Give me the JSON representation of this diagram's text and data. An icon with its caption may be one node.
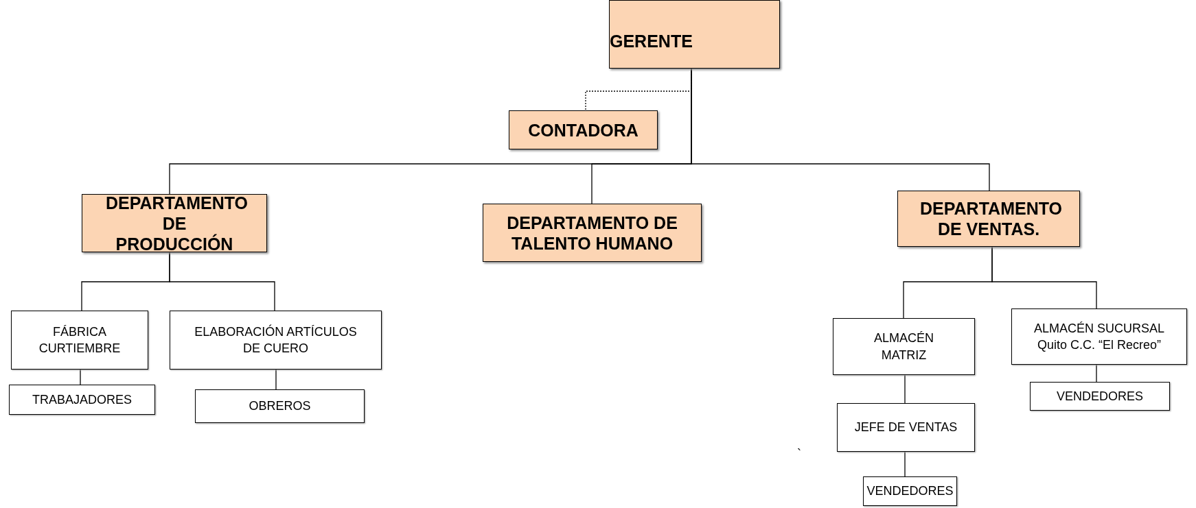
{
  "diagram": {
    "nodes": [
      {
        "text": [
          "GERENTE"
        ]
      },
      {
        "text": [
          "CONTADORA"
        ]
      },
      {
        "text": [
          "DEPARTAMENTO DE PRODUCCIÓN"
        ]
      },
      {
        "text": [
          "DEPARTAMENTO DE TALENTO HUMANO"
        ]
      },
      {
        "text": [
          "DEPARTAMENTO DE VENTAS."
        ]
      },
      {
        "text": [
          "FÁBRICA CURTIEMBRE"
        ]
      },
      {
        "text": [
          "ELABORACIÓN ARTÍCULOS DE CUERO"
        ]
      },
      {
        "text": [
          "TRABAJADORES"
        ]
      },
      {
        "text": [
          "OBREROS"
        ]
      },
      {
        "text": [
          "ALMACÉN MATRIZ"
        ]
      },
      {
        "text": [
          "ALMACÉN SUCURSAL Quito C.C. “El Recreo”"
        ]
      },
      {
        "text": [
          "JEFE DE VENTAS"
        ]
      },
      {
        "text": [
          "VENDEDORES"
        ]
      },
      {
        "text": [
          "VENDEDORES"
        ]
      }
    ],
    "edges": [
      {
        "from": 0,
        "to": 1,
        "arrow": "none",
        "style": "dashed"
      },
      {
        "from": 0,
        "to": 2,
        "arrow": "none"
      },
      {
        "from": 0,
        "to": 3,
        "arrow": "none"
      },
      {
        "from": 0,
        "to": 4,
        "arrow": "none"
      },
      {
        "from": 2,
        "to": 5,
        "arrow": "none"
      },
      {
        "from": 2,
        "to": 6,
        "arrow": "none"
      },
      {
        "from": 4,
        "to": 9,
        "arrow": "none"
      },
      {
        "from": 4,
        "to": 10,
        "arrow": "none"
      },
      {
        "from": 5,
        "to": 7,
        "arrow": "none"
      },
      {
        "from": 6,
        "to": 8,
        "arrow": "none"
      },
      {
        "from": 9,
        "to": 11,
        "arrow": "none"
      },
      {
        "from": 11,
        "to": 13,
        "arrow": "none"
      },
      {
        "from": 10,
        "to": 12,
        "arrow": "none"
      }
    ],
    "labels": [
      "`"
    ]
  }
}
